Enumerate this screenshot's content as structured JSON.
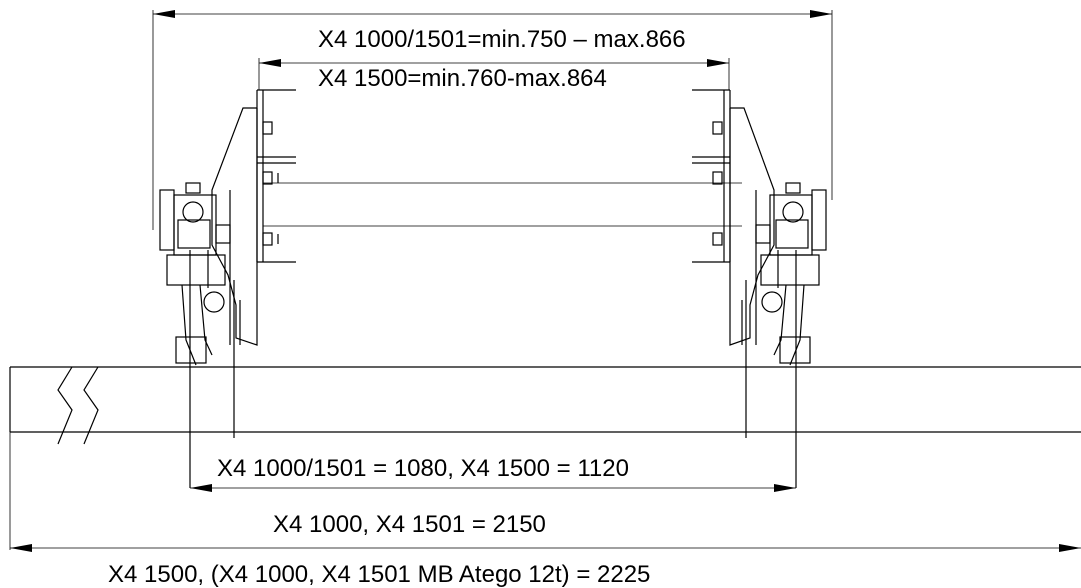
{
  "dimensions": {
    "top_outer": "X4 1000/1501=min.750 – max.866",
    "top_inner": "X4 1500=min.760-max.864",
    "bracket_spacing": "X4 1000/1501 = 1080, X4 1500 = 1120",
    "width_a": "X4 1000, X4 1501 = 2150",
    "width_b": "X4 1500, (X4 1000, X4 1501 MB Atego 12t) = 2225"
  }
}
